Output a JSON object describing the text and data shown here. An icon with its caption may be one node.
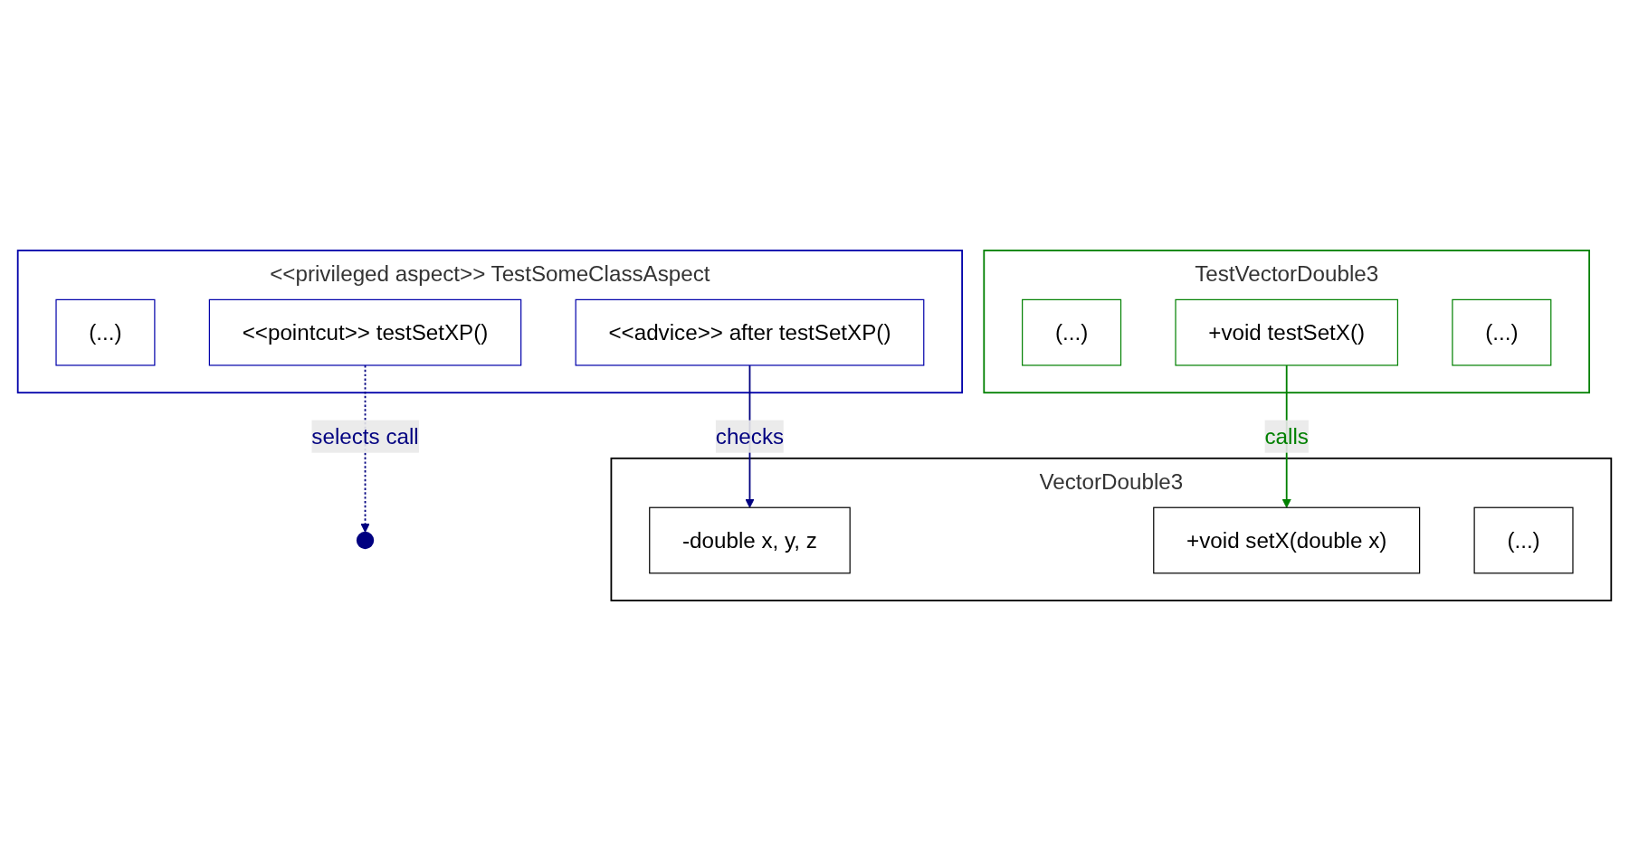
{
  "diagram": {
    "nodes": [
      {
        "text": [
          "<<privileged aspect>> TestSomeClassAspect"
        ]
      },
      {
        "text": [
          "(...)"
        ],
        "in": 0
      },
      {
        "text": [
          "<<pointcut>> testSetXP()"
        ],
        "in": 0
      },
      {
        "text": [
          "<<advice>> after testSetXP()"
        ],
        "in": 0
      },
      {
        "text": [
          "TestVectorDouble3"
        ]
      },
      {
        "text": [
          "(...)"
        ],
        "in": 4
      },
      {
        "text": [
          "+void testSetX()"
        ],
        "in": 4
      },
      {
        "text": [
          "(...)"
        ],
        "in": 4
      },
      {
        "text": [
          "VectorDouble3"
        ]
      },
      {
        "text": [
          "-double x, y, z"
        ],
        "in": 8
      },
      {
        "text": [
          "+void setX(double x)"
        ],
        "in": 8
      },
      {
        "text": [
          "(...)"
        ],
        "in": 8
      }
    ],
    "edges": [
      {
        "from": 2,
        "to": null,
        "arrow": "to",
        "label": "selects call",
        "style": "dashed"
      },
      {
        "from": 3,
        "to": 9,
        "arrow": "to",
        "label": "checks"
      },
      {
        "from": 6,
        "to": 10,
        "arrow": "to",
        "label": "calls",
        "color": "#008000"
      }
    ]
  }
}
